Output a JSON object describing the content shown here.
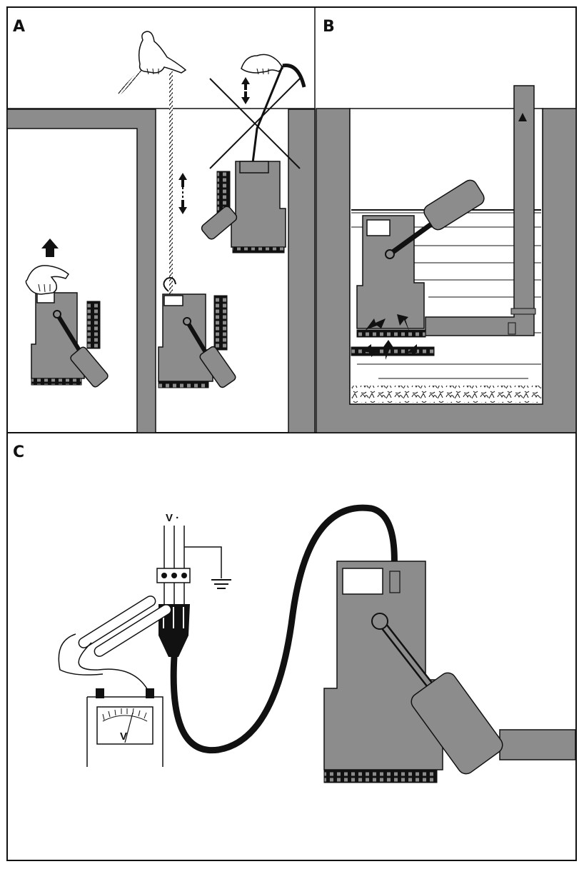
{
  "panels": [
    {
      "id": "A",
      "label": "A"
    },
    {
      "id": "B",
      "label": "B"
    },
    {
      "id": "C",
      "label": "C"
    }
  ],
  "circuit": {
    "supply_label": "V ·",
    "meter_label": "V"
  },
  "colors": {
    "wall": "#8c8c8c",
    "pump": "#8c8c8c",
    "ink": "#111111",
    "paper": "#ffffff"
  }
}
